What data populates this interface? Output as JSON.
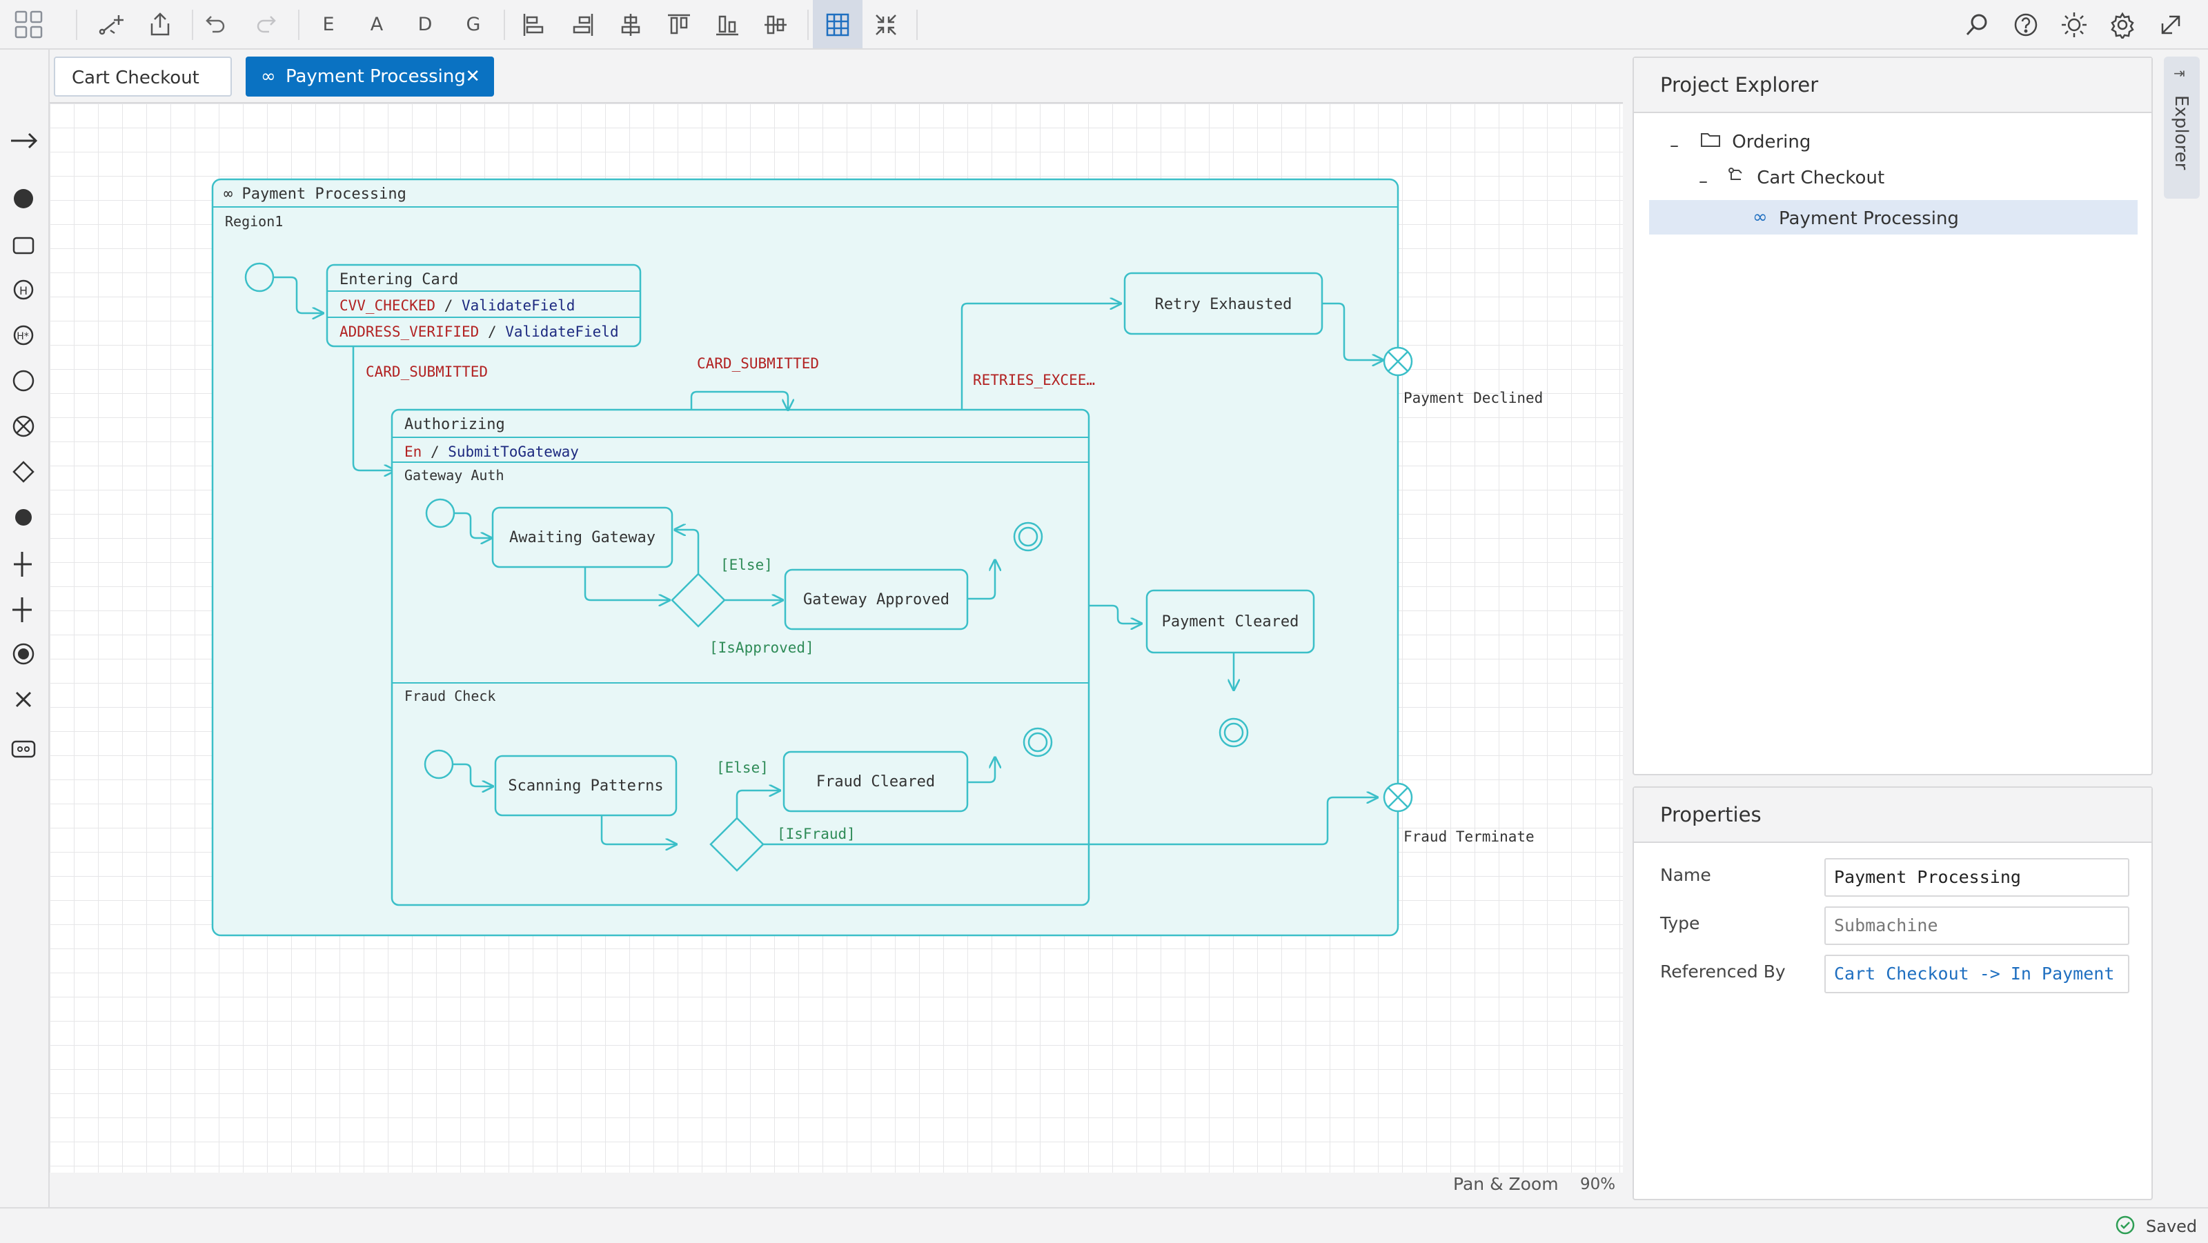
{
  "toolbar": {
    "letters": [
      "E",
      "A",
      "D",
      "G"
    ],
    "icons": [
      "app-grid-icon",
      "add-transition-icon",
      "export-icon",
      "undo-icon",
      "redo-icon",
      "align-left-icon",
      "align-right-icon",
      "align-center-icon",
      "align-top-icon",
      "align-bottom-icon",
      "align-middle-icon",
      "grid-toggle-icon",
      "collapse-icon",
      "search-icon",
      "help-icon",
      "theme-icon",
      "settings-icon",
      "popout-icon"
    ]
  },
  "palette": [
    "transition-tool",
    "initial-state-tool",
    "state-tool",
    "shallow-history-tool",
    "deep-history-tool",
    "final-state-tool",
    "terminate-tool",
    "choice-tool",
    "junction-tool",
    "fork-tool",
    "join-tool",
    "final-node-tool",
    "exit-point-tool",
    "submachine-tool"
  ],
  "tabs": {
    "cart": "Cart Checkout",
    "payment": "Payment Processing"
  },
  "diagram": {
    "machine_title": "∞ Payment Processing",
    "region": "Region1",
    "entering_card": {
      "title": "Entering Card",
      "row1_event": "CVV_CHECKED",
      "row1_action": "ValidateField",
      "row2_event": "ADDRESS_VERIFIED",
      "row2_action": "ValidateField",
      "sep": " / "
    },
    "authorizing": {
      "title": "Authorizing",
      "entry_kw": "En",
      "entry_action": "SubmitToGateway",
      "region_gateway": "Gateway Auth",
      "region_fraud": "Fraud Check"
    },
    "states": {
      "awaiting_gateway": "Awaiting Gateway",
      "gateway_approved": "Gateway Approved",
      "scanning_patterns": "Scanning Patterns",
      "fraud_cleared": "Fraud Cleared",
      "retry_exhausted": "Retry Exhausted",
      "payment_cleared": "Payment Cleared"
    },
    "labels": {
      "card_submitted_1": "CARD_SUBMITTED",
      "card_submitted_2": "CARD_SUBMITTED",
      "retries": "RETRIES_EXCEE…",
      "guard_else_1": "[Else]",
      "guard_approved": "[IsApproved]",
      "guard_else_2": "[Else]",
      "guard_fraud": "[IsFraud]",
      "payment_declined": "Payment Declined",
      "fraud_terminate": "Fraud Terminate"
    },
    "colors": {
      "accent": "#3bbfc8",
      "fill": "#e8f7f7",
      "event": "#b22222",
      "action": "#1d2a80",
      "guard": "#2e8b57"
    }
  },
  "zoom": {
    "mode": "Pan & Zoom",
    "level": "90%"
  },
  "explorer": {
    "title": "Project Explorer",
    "tab_label": "Explorer",
    "tree": [
      {
        "label": "Ordering",
        "icon": "folder-icon"
      },
      {
        "label": "Cart Checkout",
        "icon": "statemachine-icon"
      },
      {
        "label": "Payment Processing",
        "icon": "submachine-icon",
        "selected": true
      }
    ]
  },
  "properties": {
    "title": "Properties",
    "name_label": "Name",
    "name_value": "Payment Processing",
    "type_label": "Type",
    "type_value": "Submachine",
    "ref_label": "Referenced By",
    "ref_value": "Cart Checkout -> In Payment"
  },
  "status": {
    "saved": "Saved"
  }
}
